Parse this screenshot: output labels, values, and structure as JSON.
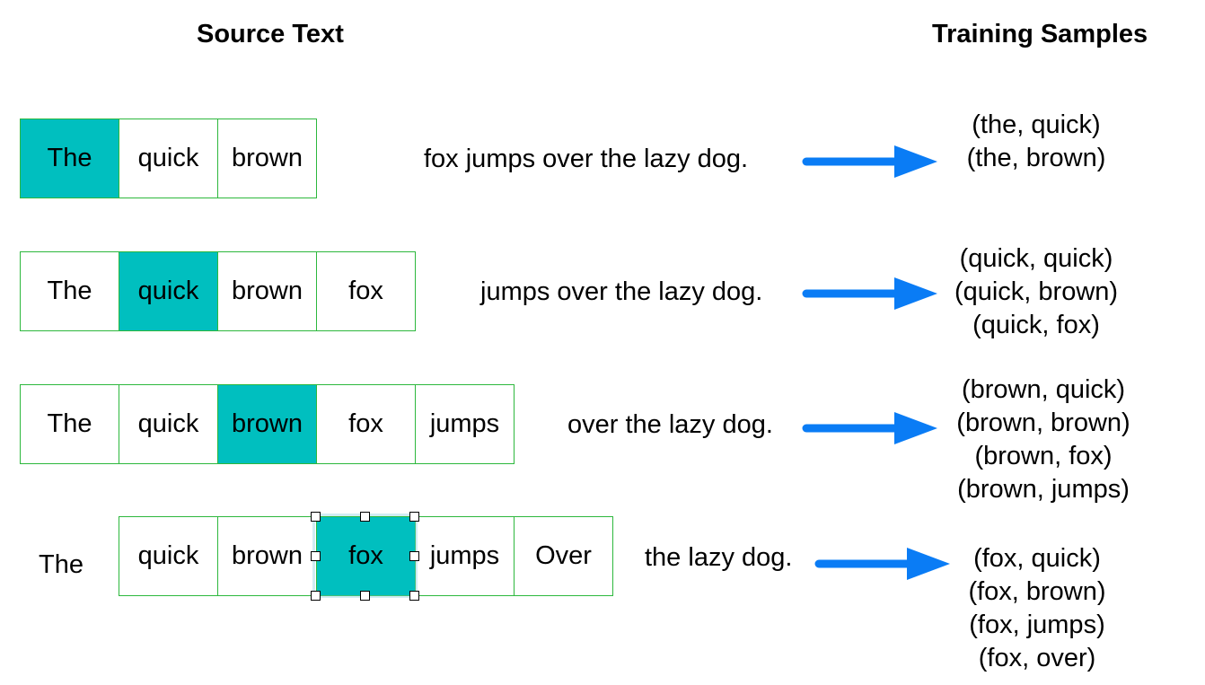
{
  "headings": {
    "source": "Source Text",
    "training": "Training Samples"
  },
  "colors": {
    "active": "#00bfbf",
    "border": "#2db83d",
    "arrow": "#0a7cf5"
  },
  "rows": [
    {
      "outside": "",
      "cells": [
        "The",
        "quick",
        "brown"
      ],
      "rest": "fox jumps over the lazy dog.",
      "samples": [
        "(the, quick)",
        "(the, brown)"
      ]
    },
    {
      "outside": "",
      "cells": [
        "The",
        "quick",
        "brown",
        "fox"
      ],
      "rest": "jumps over the lazy dog.",
      "samples": [
        "(quick, quick)",
        "(quick, brown)",
        "(quick, fox)"
      ]
    },
    {
      "outside": "",
      "cells": [
        "The",
        "quick",
        "brown",
        "fox",
        "jumps"
      ],
      "rest": "over the lazy dog.",
      "samples": [
        "(brown, quick)",
        "(brown, brown)",
        "(brown, fox)",
        "(brown, jumps)"
      ]
    },
    {
      "outside": "The",
      "cells": [
        "quick",
        "brown",
        "fox",
        "jumps",
        "Over"
      ],
      "rest": "the lazy dog.",
      "samples": [
        "(fox, quick)",
        "(fox, brown)",
        "(fox, jumps)",
        "(fox, over)"
      ]
    }
  ]
}
